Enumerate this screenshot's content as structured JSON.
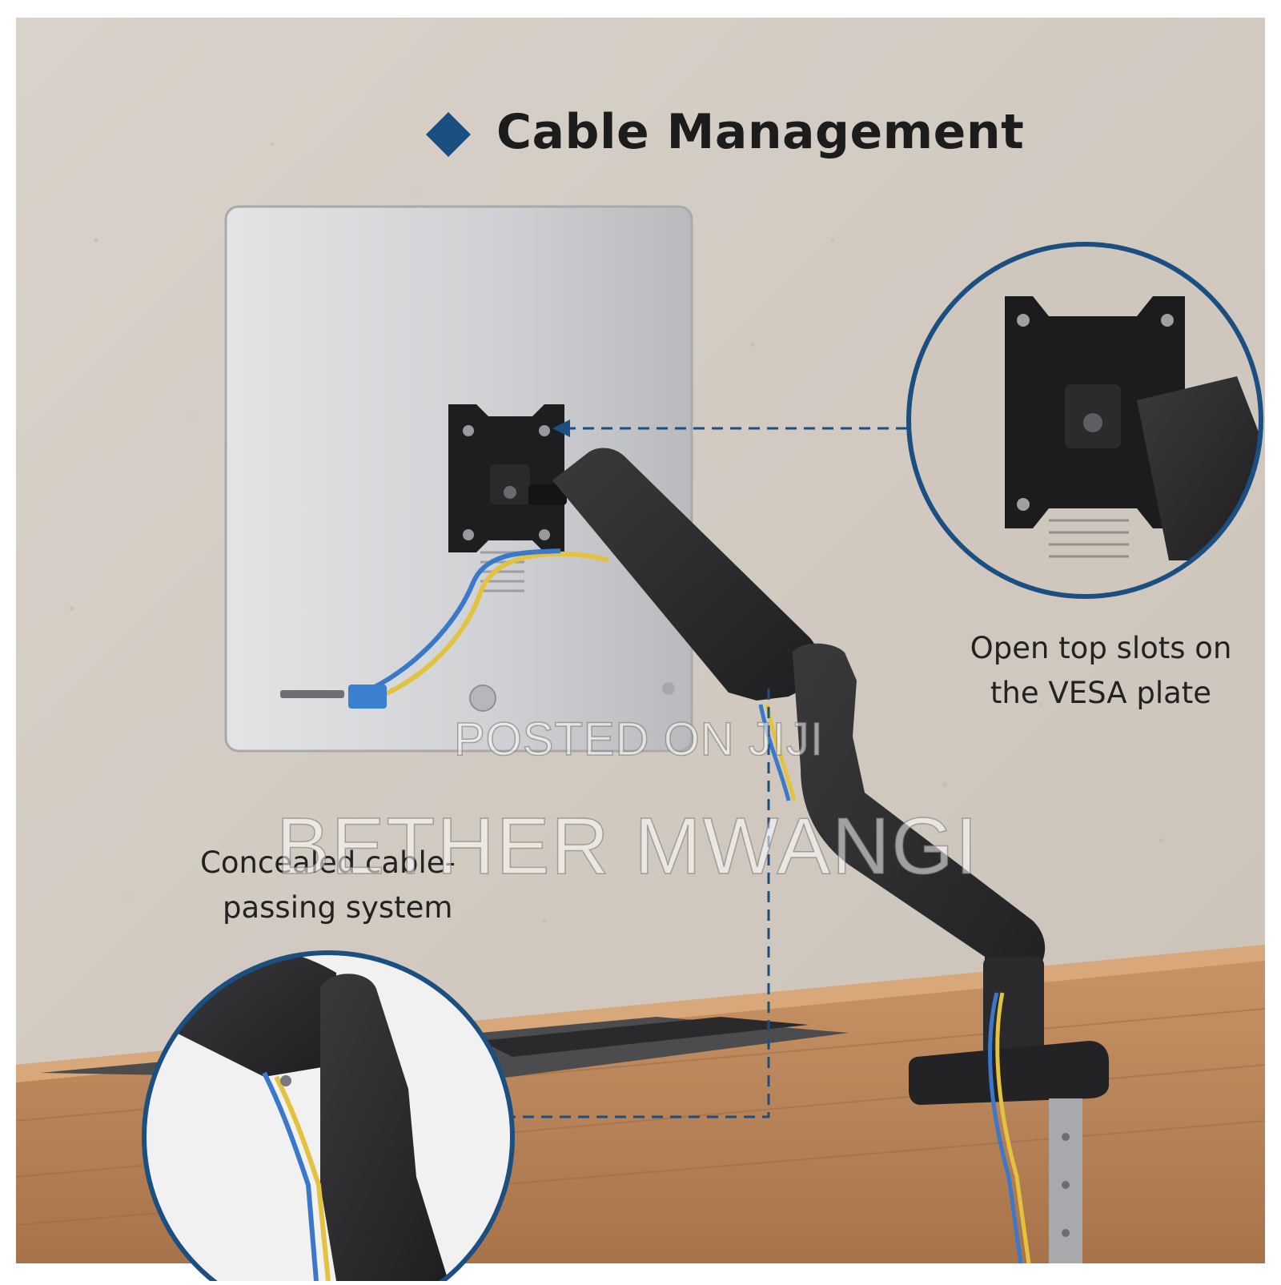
{
  "heading": {
    "title": "Cable Management",
    "bullet_color": "#1b4f82"
  },
  "callouts": {
    "vesa_plate": [
      "Open top slots on",
      "the VESA plate"
    ],
    "cable_system": [
      "Concealed cable-",
      "passing system"
    ]
  },
  "watermark": {
    "line1": "POSTED ON JIJI",
    "line2": "BETHER MWANGI"
  },
  "colors": {
    "accent_navy": "#1b4f82",
    "cable_blue": "#3a78c9",
    "cable_yellow": "#e2c23e",
    "arm_black": "#2c2c2e",
    "wall": "#d3cbc2",
    "desk_wood": "#b78256"
  }
}
